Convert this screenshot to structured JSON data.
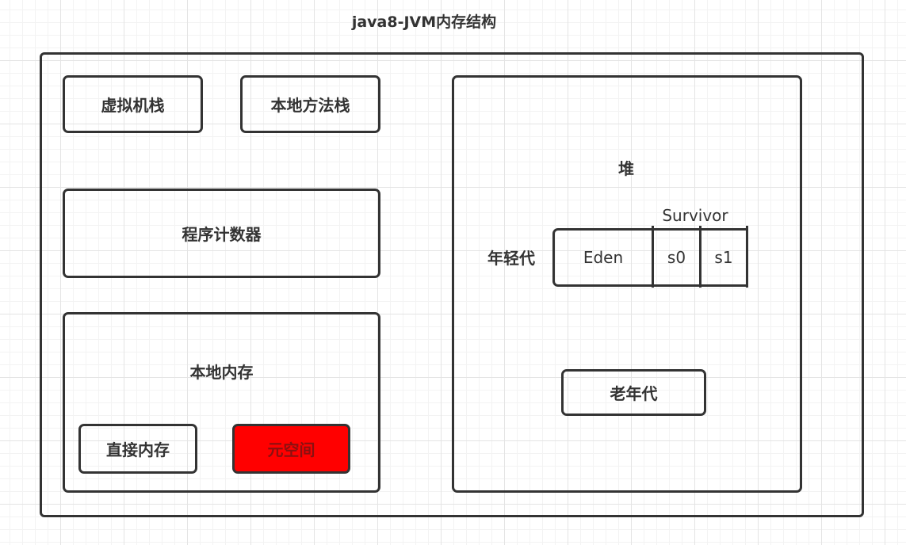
{
  "title": "java8-JVM内存结构",
  "colors": {
    "stroke": "#333333",
    "metaspace_fill": "#ff0000",
    "metaspace_text": "#8a1010"
  },
  "left": {
    "vm_stack": "虚拟机栈",
    "native_method_stack": "本地方法栈",
    "program_counter": "程序计数器",
    "native_memory": {
      "label": "本地内存",
      "direct_memory": "直接内存",
      "metaspace": "元空间"
    }
  },
  "heap": {
    "label": "堆",
    "young_gen": {
      "label": "年轻代",
      "survivor_label": "Survivor",
      "eden": "Eden",
      "s0": "s0",
      "s1": "s1"
    },
    "old_gen": "老年代"
  }
}
